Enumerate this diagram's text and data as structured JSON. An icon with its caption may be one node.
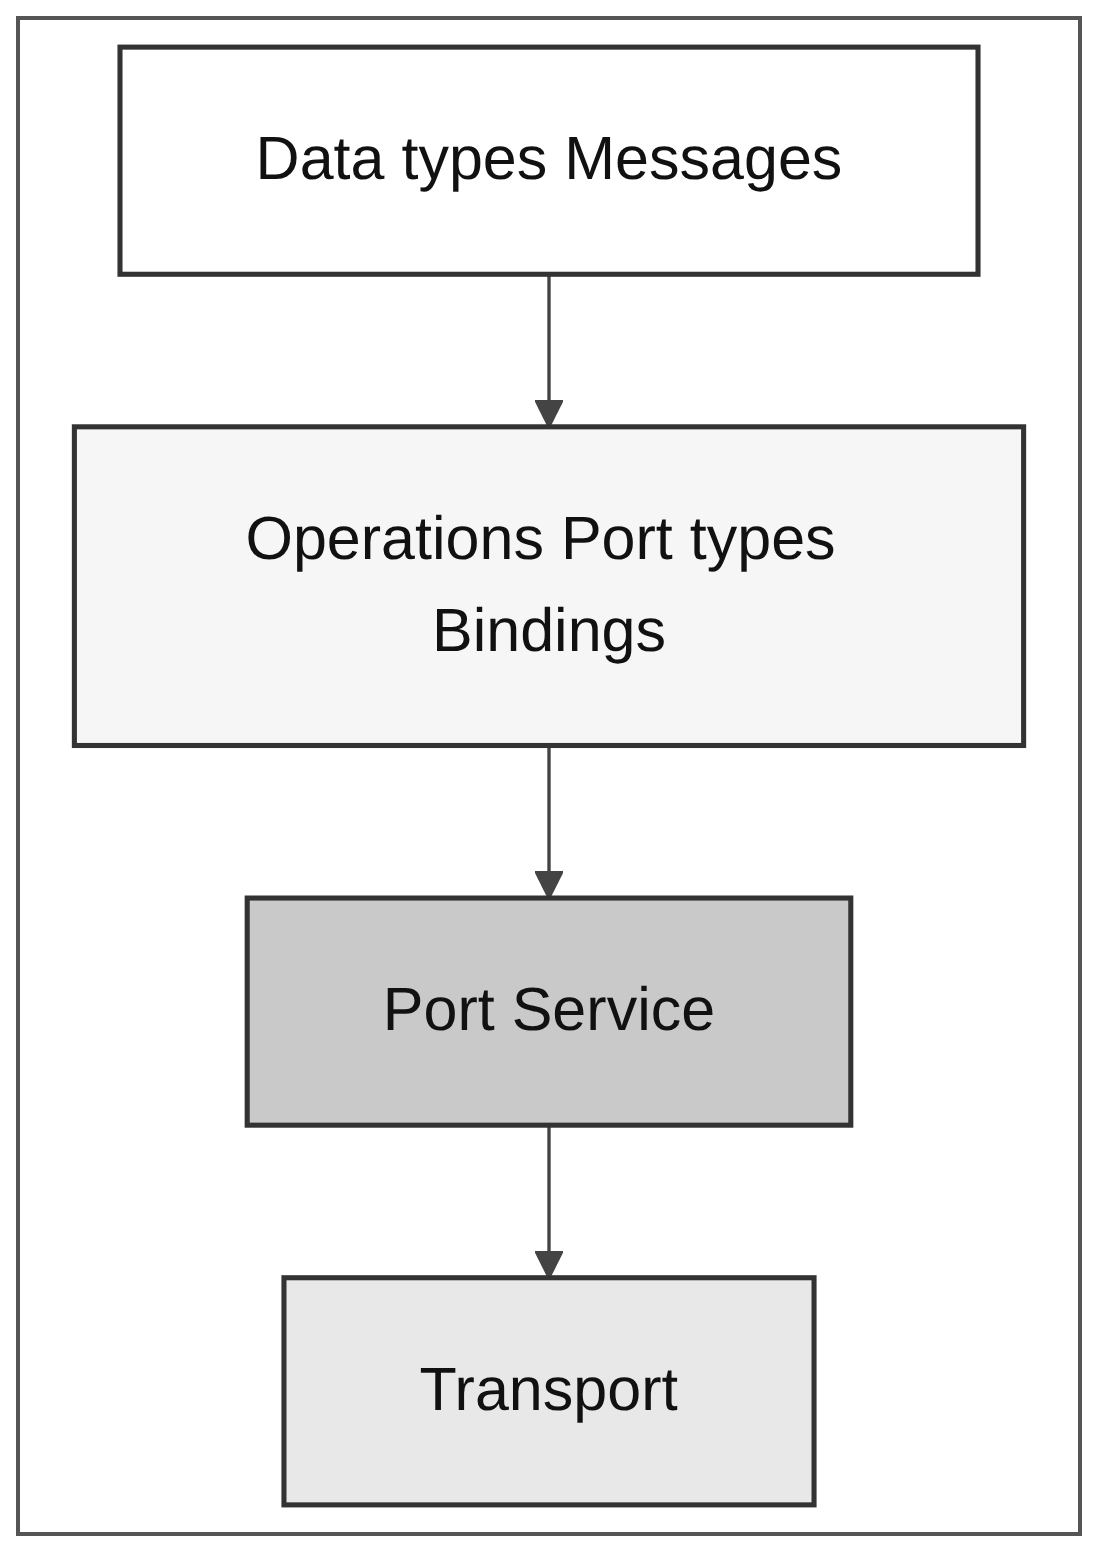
{
  "diagram": {
    "nodes": [
      {
        "text": [
          "Data types Messages"
        ]
      },
      {
        "text": [
          "Operations Port types Bindings"
        ]
      },
      {
        "text": [
          "Port Service"
        ]
      },
      {
        "text": [
          "Transport"
        ]
      }
    ],
    "edges": [
      {
        "from": 0,
        "to": 1,
        "arrow": "to"
      },
      {
        "from": 1,
        "to": 2,
        "arrow": "to"
      },
      {
        "from": 2,
        "to": 3,
        "arrow": "to"
      }
    ]
  }
}
